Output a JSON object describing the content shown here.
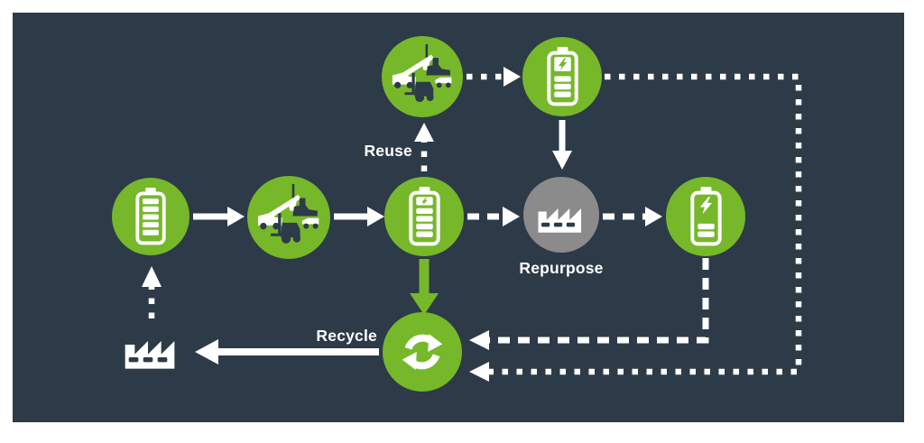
{
  "colors": {
    "background": "#ffffff",
    "panel": "#2d3a48",
    "green": "#76b82a",
    "gray": "#8b8b8b",
    "white": "#ffffff"
  },
  "diagram": {
    "labels": {
      "reuse": "Reuse",
      "repurpose": "Repurpose",
      "recycle": "Recycle"
    },
    "nodes": [
      {
        "id": "battery-full",
        "icon": "battery-full-icon"
      },
      {
        "id": "machinery-first-use",
        "icon": "machinery-fleet-icon"
      },
      {
        "id": "battery-charging",
        "icon": "battery-charging-icon"
      },
      {
        "id": "machinery-reuse",
        "icon": "machinery-fleet-icon",
        "label_key": "reuse"
      },
      {
        "id": "battery-charging-second-life",
        "icon": "battery-charging-large-icon"
      },
      {
        "id": "repurpose-factory",
        "icon": "factory-icon",
        "label_key": "repurpose"
      },
      {
        "id": "battery-low",
        "icon": "battery-low-bolt-icon"
      },
      {
        "id": "recycle",
        "icon": "recycle-arrows-icon",
        "label_key": "recycle"
      },
      {
        "id": "raw-material-factory",
        "icon": "factory-icon"
      }
    ]
  }
}
